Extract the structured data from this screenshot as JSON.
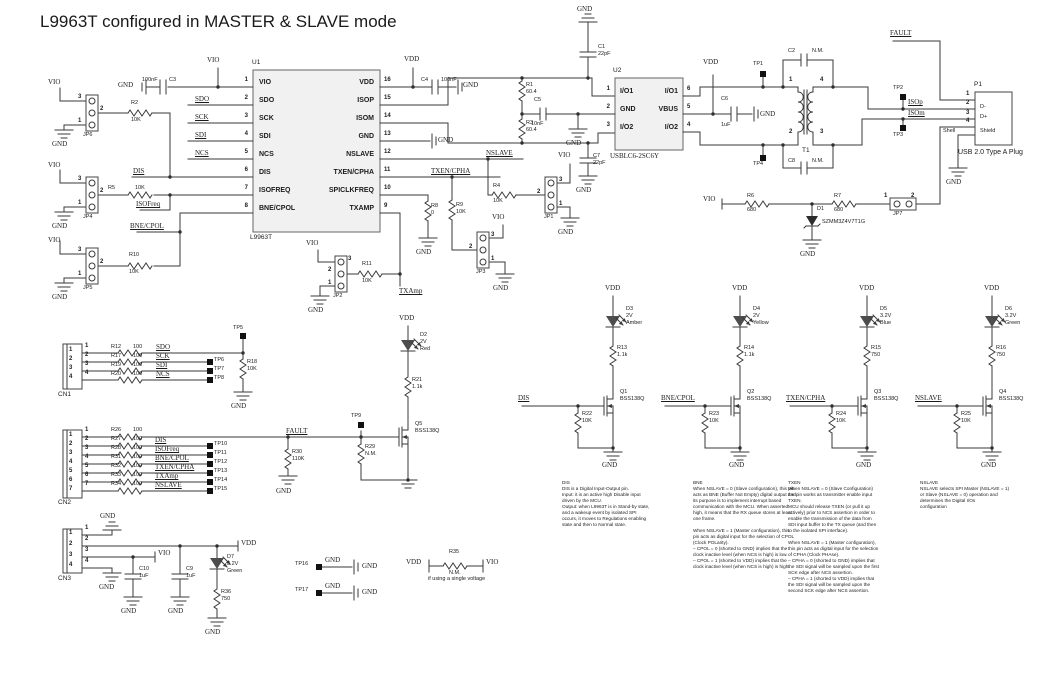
{
  "title": "L9963T configured in MASTER & SLAVE mode",
  "nets": {
    "vio": "VIO",
    "vdd": "VDD",
    "gnd": "GND",
    "dis": "DIS",
    "isofreq": "ISOFreq",
    "bnecpol": "BNE/CPOL",
    "txencpha": "TXEN/CPHA",
    "nslave": "NSLAVE",
    "txamp": "TXAmp",
    "fault": "FAULT",
    "isop": "ISOp",
    "isom": "ISOm",
    "sdo": "SDO",
    "sck": "SCK",
    "sdi": "SDI",
    "ncs": "NCS"
  },
  "u1": {
    "ref": "U1",
    "part": "L9963T",
    "left": [
      {
        "n": "1",
        "name": "VIO"
      },
      {
        "n": "2",
        "name": "SDO"
      },
      {
        "n": "3",
        "name": "SCK"
      },
      {
        "n": "4",
        "name": "SDI"
      },
      {
        "n": "5",
        "name": "NCS"
      },
      {
        "n": "6",
        "name": "DIS"
      },
      {
        "n": "7",
        "name": "ISOFREQ"
      },
      {
        "n": "8",
        "name": "BNE/CPOL"
      }
    ],
    "right": [
      {
        "n": "16",
        "name": "VDD"
      },
      {
        "n": "15",
        "name": "ISOP"
      },
      {
        "n": "14",
        "name": "ISOM"
      },
      {
        "n": "13",
        "name": "GND"
      },
      {
        "n": "12",
        "name": "NSLAVE"
      },
      {
        "n": "11",
        "name": "TXEN/CPHA"
      },
      {
        "n": "10",
        "name": "SPICLKFREQ"
      },
      {
        "n": "9",
        "name": "TXAMP"
      }
    ]
  },
  "u2": {
    "ref": "U2",
    "part": "USBLC6-2SC6Y",
    "left": [
      {
        "n": "1",
        "name": "I/O1"
      },
      {
        "n": "2",
        "name": "GND"
      },
      {
        "n": "3",
        "name": "I/O2"
      }
    ],
    "right": [
      {
        "n": "6",
        "name": "I/O1"
      },
      {
        "n": "5",
        "name": "VBUS"
      },
      {
        "n": "4",
        "name": "I/O2"
      }
    ]
  },
  "t1": {
    "ref": "T1",
    "p1": "1",
    "p2": "2",
    "p3": "3",
    "p4": "4"
  },
  "p1": {
    "ref": "P1",
    "n1": "1",
    "n2": "2",
    "n3": "3",
    "n4": "4",
    "shell": "Shell",
    "dm": "D-",
    "dp": "D+",
    "shield": "Shield",
    "caption": "USB 2.0 Type A Plug"
  },
  "jumpers": {
    "jp1": "JP1",
    "jp2": "JP2",
    "jp3": "JP3",
    "jp4": "JP4",
    "jp5": "JP5",
    "jp6": "JP6",
    "jp7": "JP7",
    "n1": "1",
    "n2": "2",
    "n3": "3"
  },
  "parts": {
    "r1": "R1\n60.4",
    "r3": "R3\n60.4",
    "r8": "R8\n0",
    "r9": "R9\n10K",
    "r13": "R13\n1.1k",
    "r14": "R14\n1.1k",
    "r15": "R15\n750",
    "r16": "R16\n750",
    "r18": "R18\n10K",
    "r21": "R21\n1.1k",
    "r22": "R22\n10K",
    "r23": "R23\n10K",
    "r24": "R24\n10K",
    "r25": "R25\n10K",
    "r29": "R29\nN.M.",
    "r30": "R30\n110K",
    "r36": "R36\n750",
    "c1": "C1\n22pF",
    "c7": "C7\n22pF",
    "c9": "C9\n1uF",
    "c10": "C10\n1uF",
    "d2": "D2\n2V\nRed",
    "d3": "D3\n2V\nAmber",
    "d4": "D4\n2V\nYellow",
    "d5": "D5\n3.2V\nBlue",
    "d6": "D6\n3.2V\nGreen",
    "d7": "D7\n3.2V\nGreen",
    "q1": "Q1\nBSS138Q",
    "q2": "Q2\nBSS138Q",
    "q3": "Q3\nBSS138Q",
    "q4": "Q4\nBSS138Q",
    "q5": "Q5\nBSS138Q",
    "r2": {
      "r": "R2",
      "v": "10K"
    },
    "r4": {
      "r": "R4",
      "v": "10K"
    },
    "r5": {
      "r": "R5",
      "v": "10K"
    },
    "r6": {
      "r": "R6",
      "v": "680"
    },
    "r7": {
      "r": "R7",
      "v": "680"
    },
    "r10": {
      "r": "R10",
      "v": "10K"
    },
    "r11": {
      "r": "R11",
      "v": "10K"
    },
    "r35": {
      "r": "R35",
      "v": "N.M."
    },
    "c2": {
      "r": "C2",
      "v": "N.M."
    },
    "c3": {
      "r": "C3",
      "v": "100nF"
    },
    "c4": {
      "r": "C4",
      "v": "100nF"
    },
    "c5": {
      "r": "C5",
      "v": "10nF"
    },
    "c6": {
      "r": "C6",
      "v": "1uF"
    },
    "c8": {
      "r": "C8",
      "v": "N.M."
    },
    "d1": {
      "r": "D1",
      "v": "SZMM3Z4V7T1G"
    }
  },
  "cn1": {
    "ref": "CN1",
    "rows": [
      {
        "n": "1",
        "r": "R12",
        "v": "100"
      },
      {
        "n": "2",
        "r": "R17",
        "v": "100"
      },
      {
        "n": "3",
        "r": "R19",
        "v": "100"
      },
      {
        "n": "4",
        "r": "R20",
        "v": "100"
      }
    ]
  },
  "cn2": {
    "ref": "CN2",
    "rows": [
      {
        "n": "1",
        "r": "R26",
        "v": "100"
      },
      {
        "n": "2",
        "r": "R27",
        "v": "100"
      },
      {
        "n": "3",
        "r": "R28",
        "v": "100"
      },
      {
        "n": "4",
        "r": "R31",
        "v": "100"
      },
      {
        "n": "5",
        "r": "R32",
        "v": "100"
      },
      {
        "n": "6",
        "r": "R33",
        "v": "100"
      },
      {
        "n": "7",
        "r": "R34",
        "v": "100"
      }
    ]
  },
  "cn3": {
    "ref": "CN3",
    "n1": "1",
    "n2": "2",
    "n3": "3",
    "n4": "4"
  },
  "tps": {
    "tp1": "TP1",
    "tp2": "TP2",
    "tp3": "TP3",
    "tp4": "TP4",
    "tp5": "TP5",
    "tp6": "TP6",
    "tp7": "TP7",
    "tp8": "TP8",
    "tp9": "TP9",
    "tp10": "TP10",
    "tp11": "TP11",
    "tp12": "TP12",
    "tp13": "TP13",
    "tp14": "TP14",
    "tp15": "TP15",
    "tp16": "TP16",
    "tp17": "TP17"
  },
  "notes": {
    "single": "if using a single voltage",
    "dis": "DIS\nDIS is a Digital Input-Output pin.\nInput: it is an active high Disable input\ndriven by the MCU.\nOutput: when L9963T is in Stand-by state,\nand a wakeup event by isolated SPI\noccurs, it moves to Regulations enabling\nstate and then to Normal state.",
    "bne": "BNE\nWhen NSLAVE = 0 (Slave configuration), this pin\nacts as BNE (Buffer Not Empty) digital output and\nits purpose is to implement interrupt based\ncommunication with the MCU. When asserted\nhigh, it means that the RX queue stores at least\none frame.\n\nWhen NSLAVE = 1 (Master configuration), this\npin acts as digital input for the selection of CPOL\n(Clock POLarity).\n– CPOL = 0 (shorted to GND) implies that the\nclock inactive level (when NCS is high) is low.\n– CPOL = 1 (shorted to VDD) implies that the\nclock inactive level (when NCS is high) is high.",
    "txen": "TXEN\nWhen NSLAVE = 0 (Slave Configuration)\nthe pin works as transmitter enable input\nTXEN.\nMCU should release TXEN (or pull it up\nactively) prior to NCS assertion in order to\nenable the transmission of the data from\nSDI input buffer to the TX queue (and then\nto the isolated SPI interface).\n\nWhen NSLAVE = 1 (Master configuration),\nthis pin acts as digital input for the selection\nof CPHA (Clock PHAse).\n– CPHA = 0 (shorted to GND) implies that\nthe SDI signal will be sampled upon the first\nSCK edge after NCS assertion.\n– CPHA = 1 (shorted to VDD) implies that\nthe SDI signal will be sampled upon the\nsecond SCK edge after NCS assertion.",
    "nslave": "NSLAVE\nNSLAVE selects SPI Master (NSLAVE = 1)\nor Slave (NSLAVE = 0) operation and\ndetermines the Digital I/Os\nconfiguration"
  }
}
